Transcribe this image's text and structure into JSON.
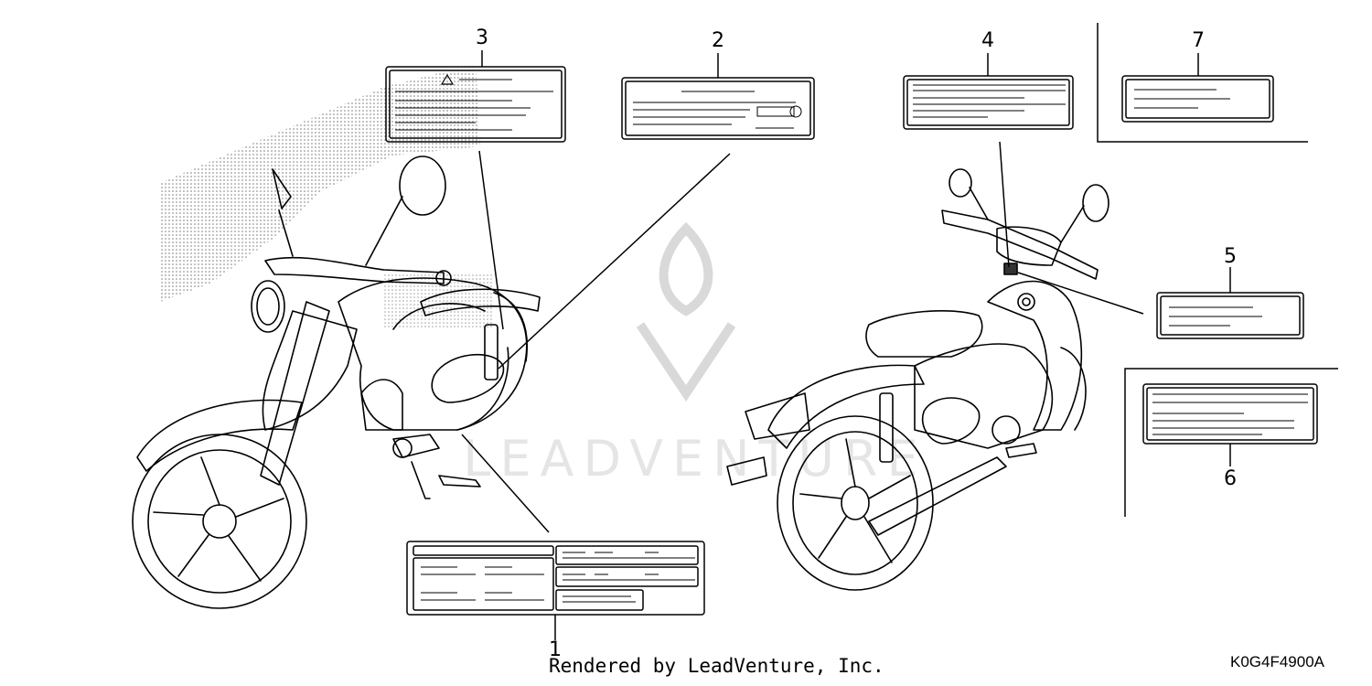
{
  "callouts": {
    "c1": "1",
    "c2": "2",
    "c3": "3",
    "c4": "4",
    "c5": "5",
    "c6": "6",
    "c7": "7"
  },
  "watermark": "LEADVENTURE",
  "credit": "Rendered by LeadVenture, Inc.",
  "part_code": "K0G4F4900A",
  "colors": {
    "line": "#000000",
    "watermark": "#d9d9d9",
    "background": "#ffffff"
  }
}
